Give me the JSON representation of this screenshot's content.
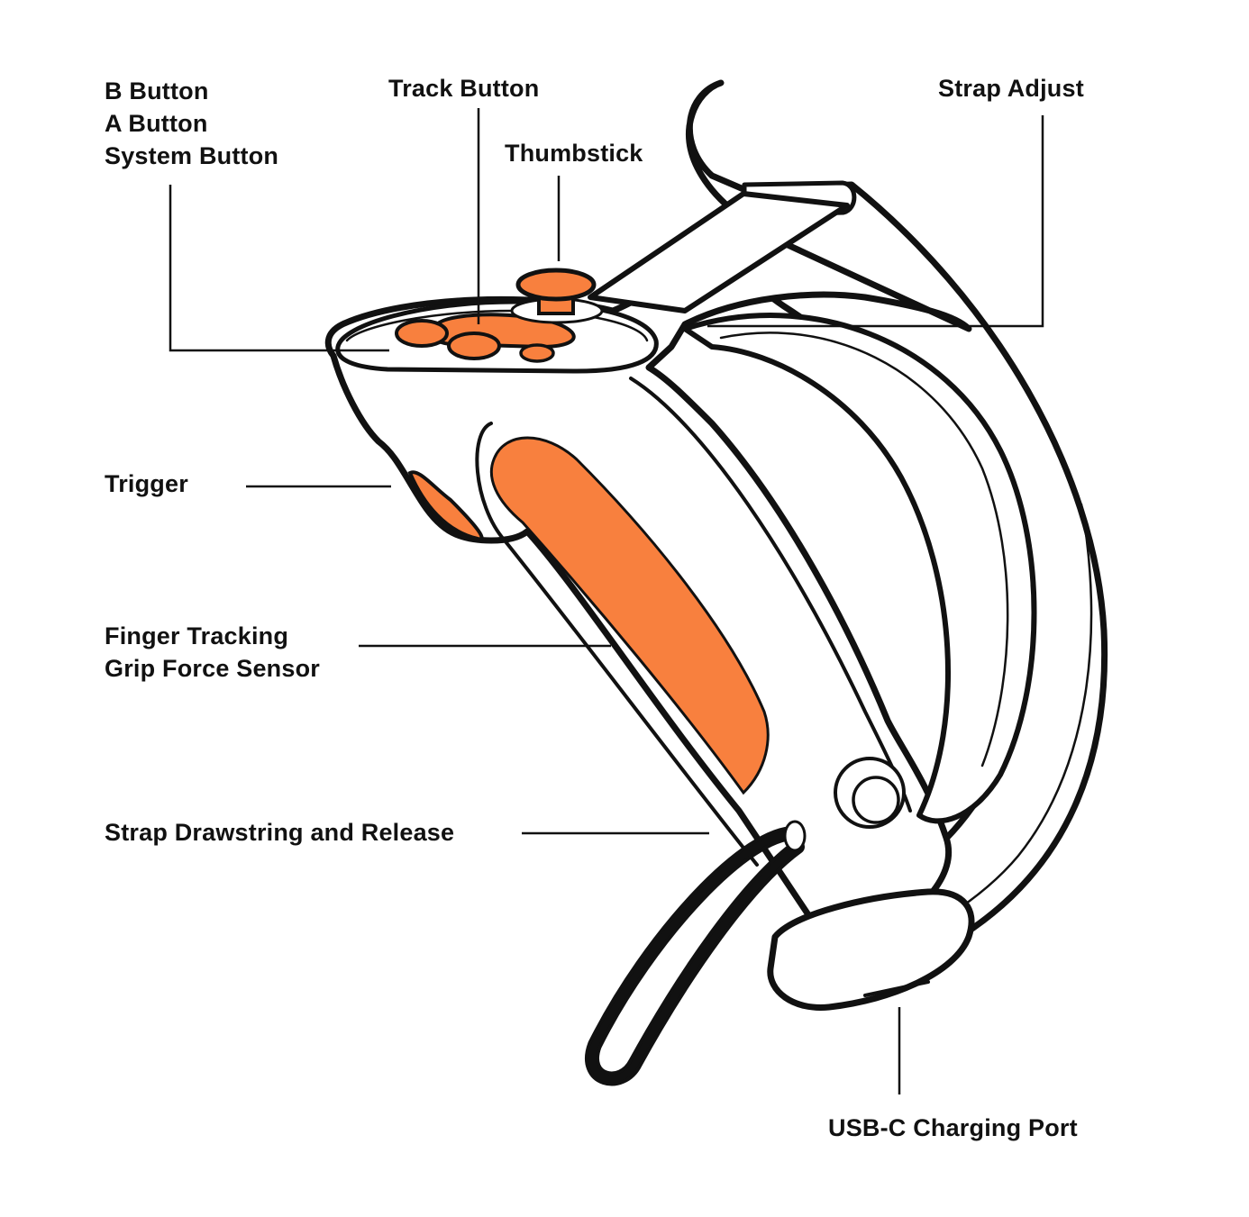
{
  "labels": {
    "b_button": "B Button",
    "a_button": "A Button",
    "system_button": "System Button",
    "track_button": "Track Button",
    "thumbstick": "Thumbstick",
    "strap_adjust": "Strap Adjust",
    "trigger": "Trigger",
    "finger_tracking": "Finger Tracking",
    "grip_force_sensor": "Grip Force Sensor",
    "strap_drawstring": "Strap Drawstring and Release",
    "usb_c_port": "USB-C Charging Port"
  },
  "colors": {
    "accent": "#F8803E",
    "outline": "#111111",
    "background": "#FFFFFF"
  }
}
